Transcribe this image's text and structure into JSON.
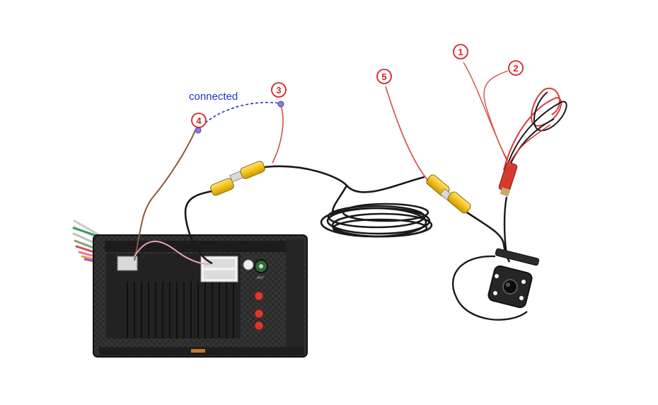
{
  "annotation": {
    "connected_label": "connected"
  },
  "callouts": [
    {
      "id": "1",
      "label": "1"
    },
    {
      "id": "2",
      "label": "2"
    },
    {
      "id": "3",
      "label": "3"
    },
    {
      "id": "4",
      "label": "4"
    },
    {
      "id": "5",
      "label": "5"
    }
  ],
  "head_unit": {
    "ant_label": "ANT"
  },
  "colors": {
    "callout_red": "#d9232a",
    "link_blue": "#2233c8",
    "rca_yellow": "#f2c21a",
    "cable_black": "#1a1a1a",
    "wire_red": "#d94a4a",
    "wire_brown": "#8a5a3a"
  }
}
